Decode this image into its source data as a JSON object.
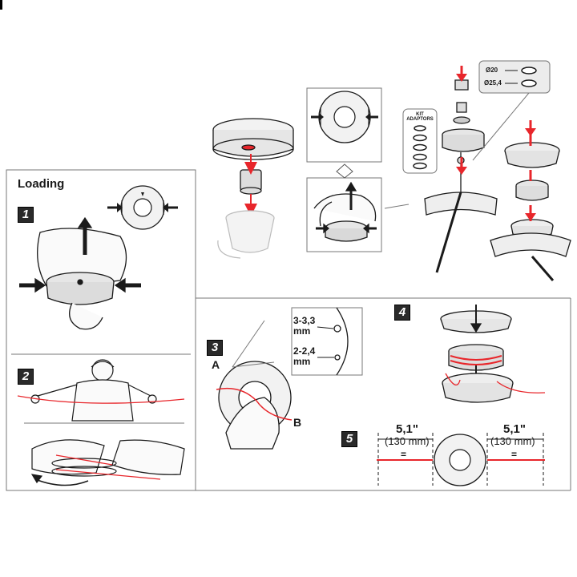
{
  "section_title": "Loading",
  "steps": [
    "1",
    "2",
    "3",
    "4",
    "5"
  ],
  "step3": {
    "label_a": "A",
    "label_b": "B",
    "hole_large": "3-3,3\nmm",
    "hole_small": "2-2,4\nmm"
  },
  "step5": {
    "left_inch": "5,1\"",
    "left_mm": "(130 mm)",
    "right_inch": "5,1\"",
    "right_mm": "(130 mm)",
    "equal_left": "=",
    "equal_right": "="
  },
  "adaptor_kit": {
    "label": "KIT\nADAPTORS",
    "size_1": "Ø20",
    "size_2": "Ø25,4"
  },
  "colors": {
    "line_red": "#e8262b",
    "ink": "#1a1a1a",
    "frame": "#777777",
    "part_fill": "#f2f2f2",
    "step_box": "#2a2a2a"
  }
}
